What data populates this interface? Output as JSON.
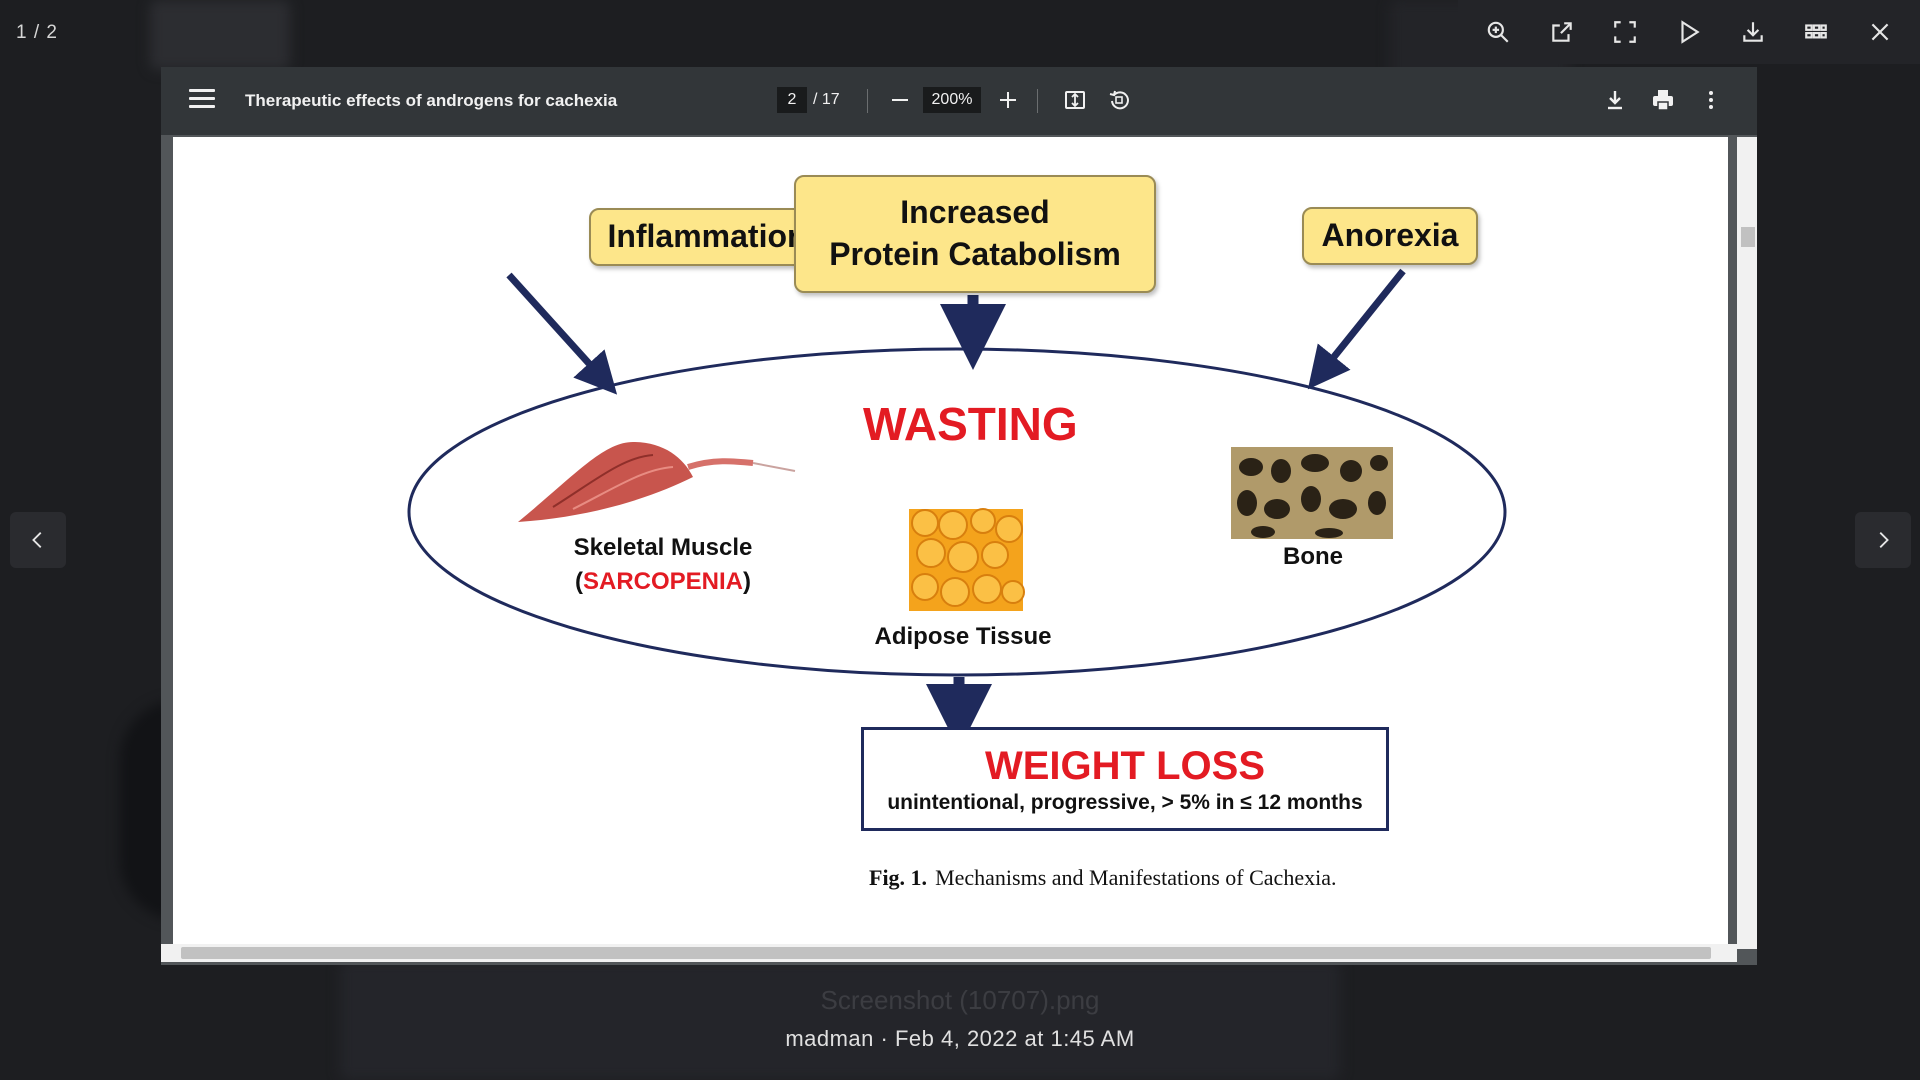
{
  "overlay": {
    "counter": "1 / 2",
    "tools": [
      "zoom-in-icon",
      "open-external-icon",
      "fullscreen-icon",
      "play-icon",
      "download-icon",
      "grid-icon",
      "close-icon"
    ]
  },
  "viewer": {
    "title": "Therapeutic effects of androgens for cachexia",
    "current_page": "2",
    "total_pages": "/ 17",
    "zoom": "200%"
  },
  "diagram": {
    "inflammation": "Inflammation",
    "protein_line1": "Increased",
    "protein_line2": "Protein Catabolism",
    "anorexia": "Anorexia",
    "wasting": "WASTING",
    "skeletal_muscle": "Skeletal Muscle",
    "sarcopenia": "SARCOPENIA",
    "adipose": "Adipose Tissue",
    "bone": "Bone",
    "weight_loss": "WEIGHT LOSS",
    "weight_loss_sub": "unintentional, progressive, > 5% in ≤ 12 months",
    "caption_label": "Fig. 1.",
    "caption_text": "Mechanisms and Manifestations of Cachexia."
  },
  "footer": {
    "filename": "Screenshot (10707).png",
    "meta": "madman · Feb 4, 2022 at 1:45 AM"
  },
  "colors": {
    "accent_red": "#e31b23",
    "navy": "#1f2a5c",
    "box_yellow": "#fde68a"
  }
}
